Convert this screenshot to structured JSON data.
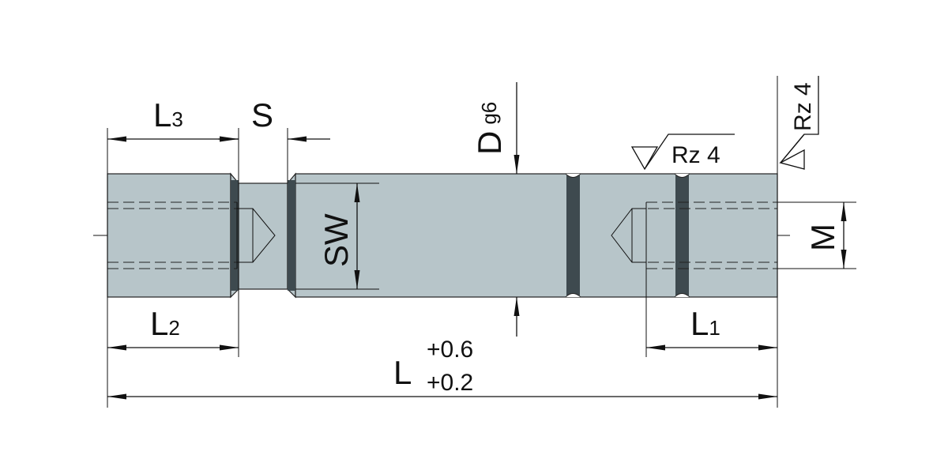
{
  "colors": {
    "body": "#b7c5c9",
    "groove": "#3e4a4f",
    "outline": "#222222"
  },
  "labels": {
    "l3_main": "L",
    "l3_sub": "3",
    "s": "S",
    "d_main": "D",
    "d_sub": "g6",
    "rz_top": "Rz 4",
    "rz_mid": "Rz 4",
    "sw": "SW",
    "m": "M",
    "l2_main": "L",
    "l2_sub": "2",
    "l1_main": "L",
    "l1_sub": "1",
    "l_main": "L",
    "tol_upper": "+0.6",
    "tol_lower": "+0.2"
  }
}
